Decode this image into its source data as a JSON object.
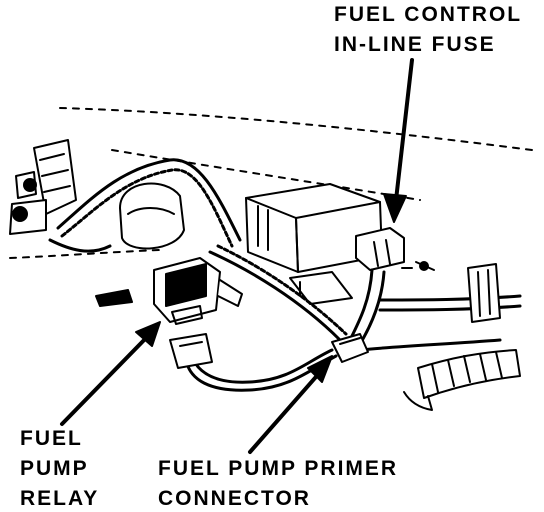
{
  "labels": {
    "fuel_control_fuse": [
      "FUEL CONTROL",
      "IN-LINE FUSE"
    ],
    "fuel_pump_relay": [
      "FUEL",
      "PUMP",
      "RELAY"
    ],
    "primer_connector": [
      "FUEL PUMP PRIMER",
      "CONNECTOR"
    ]
  },
  "colors": {
    "ink": "#000000",
    "paper": "#ffffff"
  }
}
